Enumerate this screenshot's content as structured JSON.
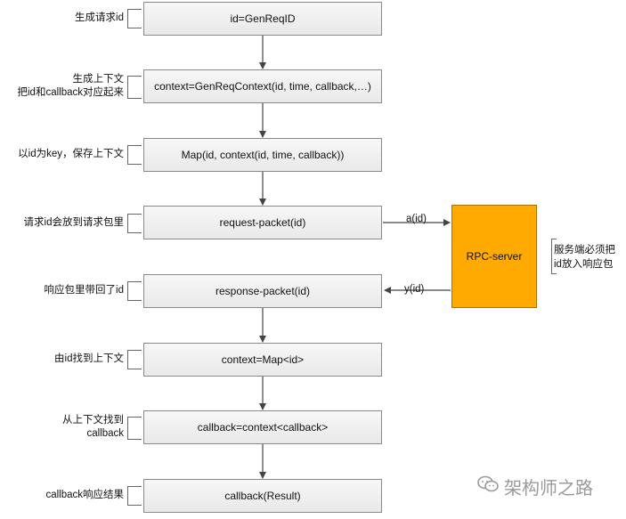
{
  "steps": [
    {
      "label": "id=GenReqID",
      "note": [
        "生成请求id"
      ]
    },
    {
      "label": "context=GenReqContext(id, time, callback,…)",
      "note": [
        "生成上下文",
        "把id和callback对应起来"
      ]
    },
    {
      "label": "Map(id, context(id, time, callback))",
      "note": [
        "以id为key，保存上下文"
      ]
    },
    {
      "label": "request-packet(id)",
      "note": [
        "请求id会放到请求包里"
      ]
    },
    {
      "label": "response-packet(id)",
      "note": [
        "响应包里带回了id"
      ]
    },
    {
      "label": "context=Map<id>",
      "note": [
        "由id找到上下文"
      ]
    },
    {
      "label": "callback=context<callback>",
      "note": [
        "从上下文找到",
        "callback"
      ]
    },
    {
      "label": "callback(Result)",
      "note": [
        "callback响应结果"
      ]
    }
  ],
  "rpc": {
    "label": "RPC-server",
    "note_line1": "服务端必须把",
    "note_line2": "id放入响应包",
    "color": "#ffaa00"
  },
  "edges": {
    "request_label": "a(id)",
    "response_label": "y(id)"
  },
  "watermark": {
    "text": "架构师之路"
  }
}
